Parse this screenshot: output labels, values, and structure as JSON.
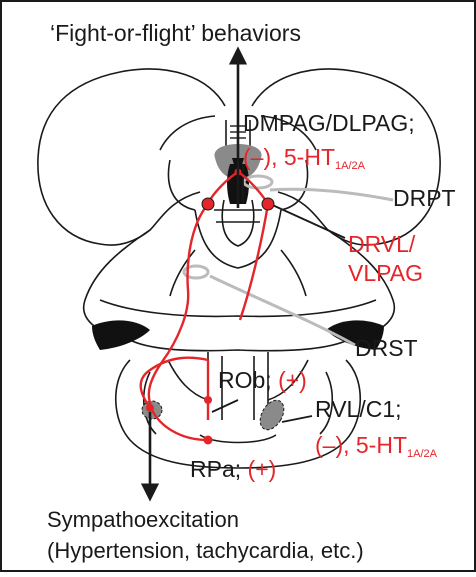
{
  "labels": {
    "top": "‘Fight-or-flight’ behaviors",
    "dmpag": "DMPAG/DLPAG;",
    "dmpag_effect": "(–), 5-HT",
    "dmpag_receptor": "1A/2A",
    "drpt": "DRPT",
    "drvl_line1": "DRVL/",
    "drvl_line2": "VLPAG",
    "drst": "DRST",
    "rob": "ROb;",
    "rob_effect": "(+)",
    "rvl": "RVL/C1;",
    "rvl_effect": "(–), 5-HT",
    "rvl_receptor": "1A/2A",
    "rpa": "RPa;",
    "rpa_effect": "(+)",
    "bottom_line1": "Sympathoexcitation",
    "bottom_line2": "(Hypertension, tachycardia, etc.)"
  },
  "colors": {
    "pathway": "#e4262b",
    "outline": "#1a1a1a",
    "connector_gray": "#bbbbbb",
    "nucleus_fill": "#8a8a8a",
    "ventricle_fill": "#111111"
  }
}
